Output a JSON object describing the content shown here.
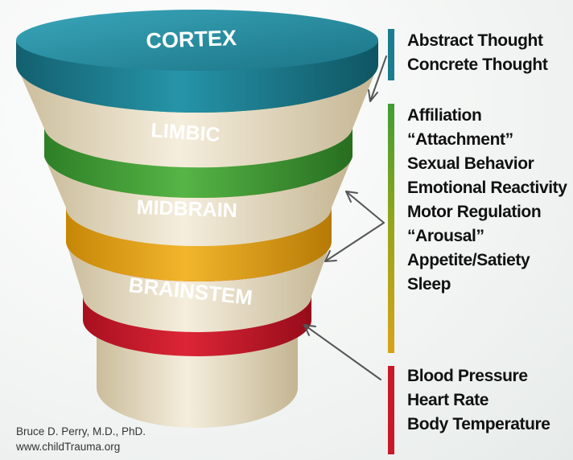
{
  "diagram": {
    "tiers": [
      {
        "label": "CORTEX",
        "color": "#1d7c8f"
      },
      {
        "label": "LIMBIC",
        "color": "#3f9d35"
      },
      {
        "label": "MIDBRAIN",
        "color": "#e0a21a"
      },
      {
        "label": "BRAINSTEM",
        "color": "#c8192b"
      }
    ],
    "legend": [
      {
        "color": "#1d7c8f",
        "items": [
          "Abstract Thought",
          "Concrete Thought"
        ]
      },
      {
        "color": "#6c9a1e",
        "items": [
          "Affiliation",
          "“Attachment”",
          "Sexual Behavior",
          "Emotional Reactivity",
          "Motor Regulation",
          "“Arousal”",
          "Appetite/Satiety",
          "Sleep"
        ]
      },
      {
        "color": "#c8192b",
        "items": [
          "Blood Pressure",
          "Heart Rate",
          "Body Temperature"
        ]
      }
    ]
  },
  "credit": {
    "author": "Bruce D. Perry, M.D., PhD.",
    "website": "www.childTrauma.org"
  }
}
